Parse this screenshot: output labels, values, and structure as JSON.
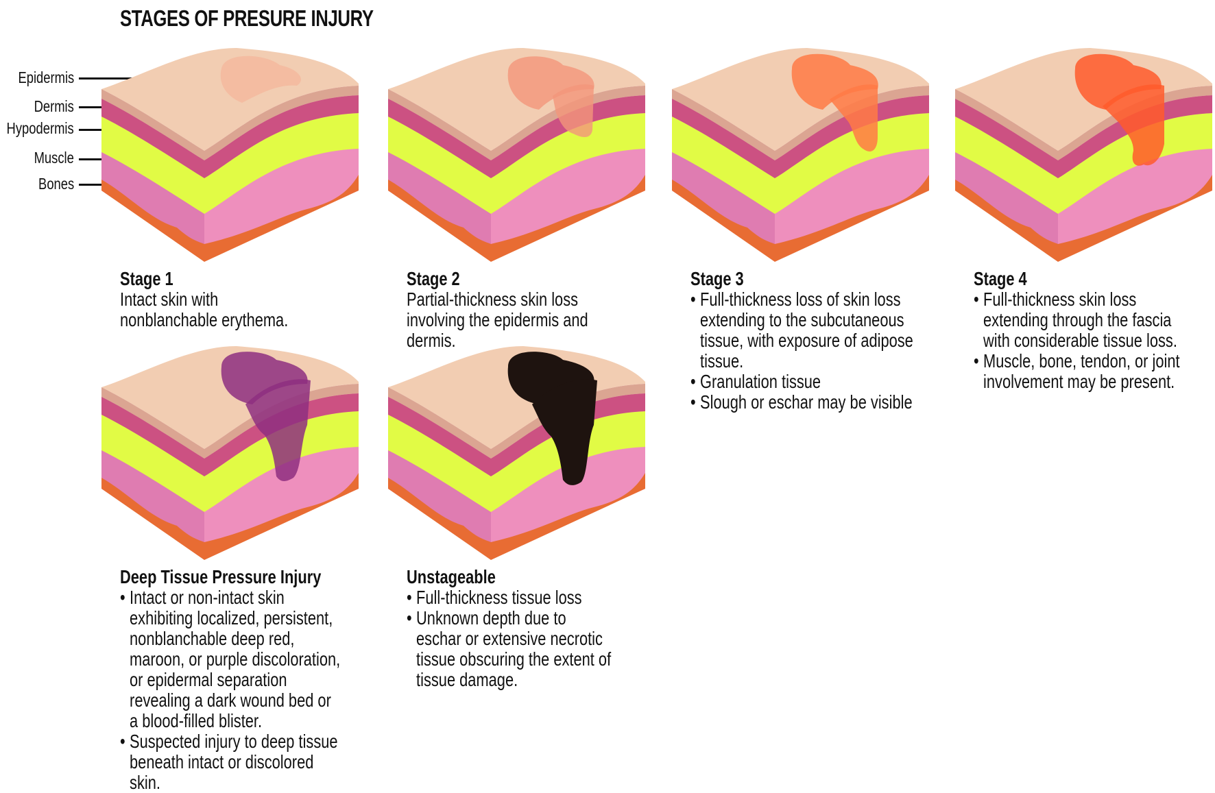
{
  "title": "STAGES OF PRESURE INJURY",
  "layer_labels": [
    "Epidermis",
    "Dermis",
    "Hypodermis",
    "Muscle",
    "Bones"
  ],
  "colors": {
    "epidermis_top": "#f2cdb2",
    "epidermis_side": "#dba592",
    "dermis": "#cc5182",
    "hypodermis": "#e1fb45",
    "muscle_left": "#df7cb1",
    "muscle_right": "#ee8fbd",
    "bone": "#e86c33"
  },
  "stages": [
    {
      "heading": "Stage 1",
      "text": "Intact skin with nonblanchable erythema.",
      "bullets": [],
      "wound_color": "#f5b99e"
    },
    {
      "heading": "Stage 2",
      "text": "Partial-thickness skin loss involving the epidermis and dermis.",
      "bullets": [],
      "wound_color": "#f2967a"
    },
    {
      "heading": "Stage 3",
      "text": "",
      "bullets": [
        "Full-thickness loss of skin loss extending to the subcutaneous tissue, with exposure of adipose tissue.",
        "Granulation tissue",
        "Slough or eschar may be visible"
      ],
      "wound_color": "#ff7a45"
    },
    {
      "heading": "Stage 4",
      "text": "",
      "bullets": [
        "Full-thickness skin loss extending through the fascia with considerable tissue loss.",
        "Muscle, bone, tendon, or joint involvement may be present."
      ],
      "wound_color": "#ff5a2c"
    },
    {
      "heading": "Deep Tissue Pressure Injury",
      "text": "",
      "bullets": [
        "Intact or non-intact skin exhibiting localized, persistent, nonblanchable deep red, maroon, or purple discoloration, or epidermal separation revealing a dark wound bed or a blood-filled blister.",
        "Suspected injury to deep tissue beneath intact or discolored skin."
      ],
      "wound_color": "#8e2f80"
    },
    {
      "heading": "Unstageable",
      "text": "",
      "bullets": [
        "Full-thickness tissue loss",
        "Unknown depth due to eschar or extensive necrotic tissue obscuring the extent of tissue damage."
      ],
      "wound_color": "#1e130f"
    }
  ]
}
